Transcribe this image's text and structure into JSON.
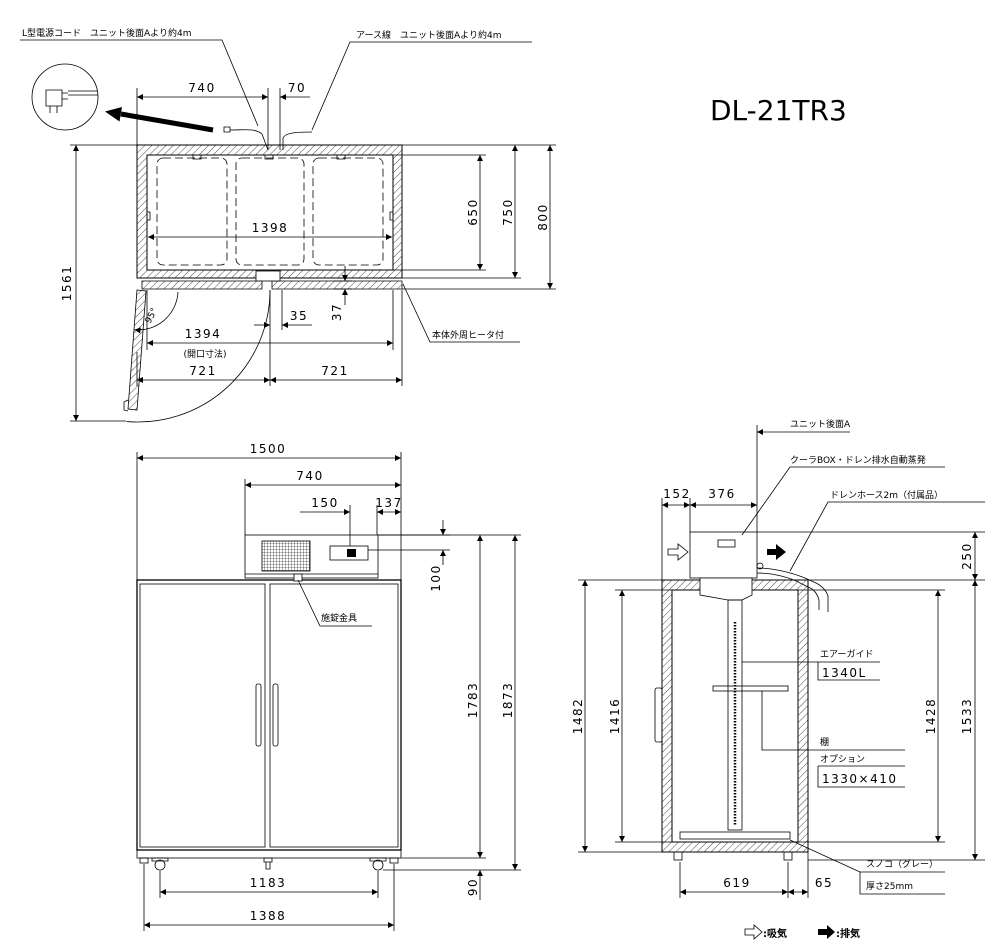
{
  "title": "DL-21TR3",
  "top_view": {
    "power_cord_label": "L型電源コード　ユニット後面Aより約4m",
    "earth_wire_label": "アース線　ユニット後面Aより約4m",
    "dim_unit_width": "740",
    "dim_unit_offset": "70",
    "dim_inner_width": "1398",
    "dim_inner_depth": "650",
    "dim_outer_depth": "750",
    "dim_total_depth": "800",
    "dim_swing_depth": "1561",
    "door_angle": "95°",
    "dim_35": "35",
    "dim_37": "37",
    "dim_opening": "1394",
    "opening_note": "(開口寸法)",
    "heater_note": "本体外周ヒータ付",
    "dim_door_left": "721",
    "dim_door_right": "721"
  },
  "front_view": {
    "dim_width": "1500",
    "dim_unit_width": "740",
    "dim_150": "150",
    "dim_137": "137",
    "dim_100": "100",
    "lock_label": "施錠金具",
    "dim_body_height": "1783",
    "dim_total_height": "1873",
    "dim_caster_height": "90",
    "dim_caster_span": "1183",
    "dim_base_width": "1388"
  },
  "side_view": {
    "unit_rear_label": "ユニット後面A",
    "cooler_box_label": "クーラBOX・ドレン排水自動蒸発",
    "drain_hose_label": "ドレンホース2m（付属品）",
    "dim_152": "152",
    "dim_376": "376",
    "dim_250": "250",
    "dim_outer_height": "1482",
    "dim_inner_height": "1416",
    "air_guide_label": "エアーガイド",
    "air_guide_value": "1340L",
    "dim_1428": "1428",
    "dim_1533": "1533",
    "shelf_label": "棚",
    "shelf_option_label": "オプション",
    "shelf_size": "1330×410",
    "slat_label": "スノコ（グレー）",
    "slat_thickness": "厚さ25mm",
    "dim_inner_depth": "619",
    "dim_65": "65"
  },
  "legend": {
    "intake_icon": "hollow-arrow-icon",
    "intake_label": ":吸気",
    "exhaust_icon": "solid-arrow-icon",
    "exhaust_label": ":排気"
  }
}
